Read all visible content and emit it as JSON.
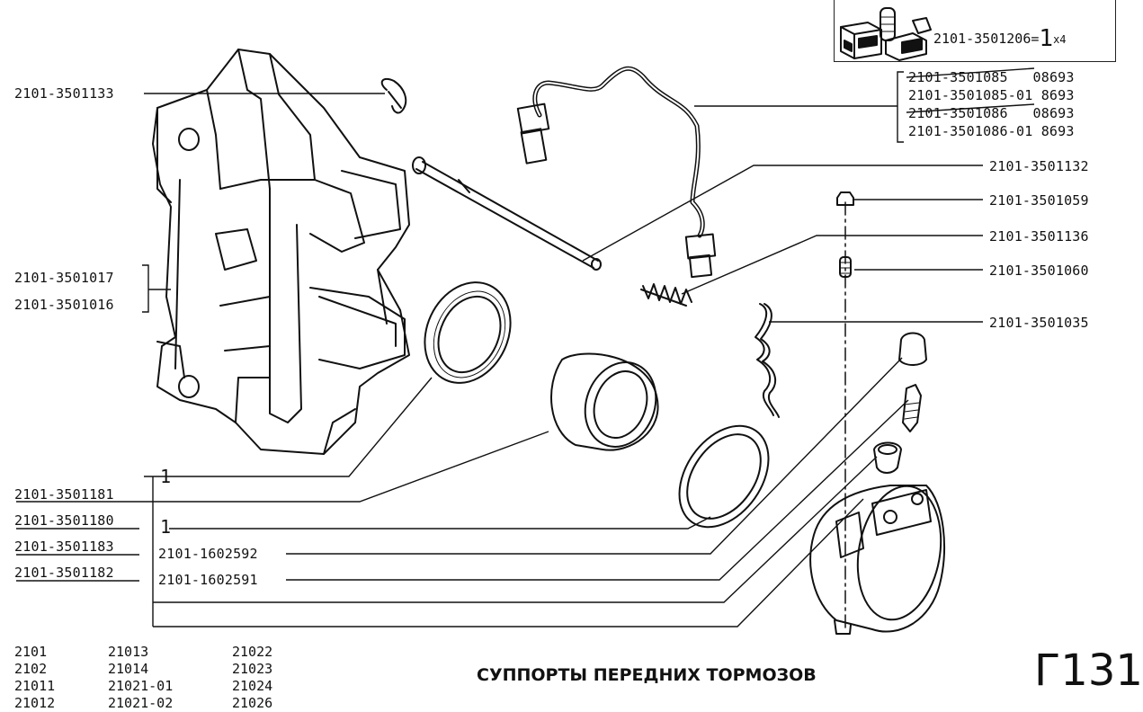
{
  "kit": {
    "part": "2101-3501206",
    "eq": "=",
    "qty": "1",
    "mult": "x4"
  },
  "labels": {
    "pin": "2101-3501133",
    "bracket_a": "2101-3501017",
    "bracket_b": "2101-3501016",
    "pipe_1": "2101-3501085",
    "pipe_1_code": "08693",
    "pipe_2": "2101-3501085-01",
    "pipe_2_code": "8693",
    "pipe_3": "2101-3501086",
    "pipe_3_code": "08693",
    "pipe_4": "2101-3501086-01",
    "pipe_4_code": "8693",
    "guide_pin": "2101-3501132",
    "bleeder_cap": "2101-3501059",
    "spring": "2101-3501136",
    "plug": "2101-3501060",
    "retainer_spring": "2101-3501035",
    "kit_a": "2101-3501181",
    "kit_b": "2101-3501180",
    "kit_c": "2101-3501183",
    "kit_d": "2101-3501182",
    "qty_one_a": "1",
    "qty_one_b": "1",
    "boot": "2101-1602592",
    "bleeder": "2101-1602591"
  },
  "models": {
    "col1": [
      "2101",
      "2102",
      "21011",
      "21012"
    ],
    "col2": [
      "21013",
      "21014",
      "21021-01",
      "21021-02"
    ],
    "col3": [
      "21022",
      "21023",
      "21024",
      "21026"
    ]
  },
  "title": "СУППОРТЫ ПЕРЕДНИХ ТОРМОЗОВ",
  "page_code": "Г131"
}
